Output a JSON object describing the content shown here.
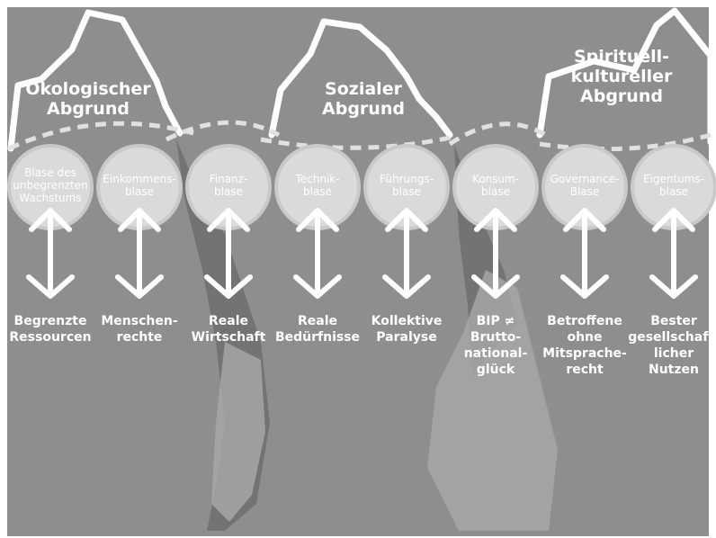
{
  "abysses": [
    {
      "label": "Ökologischer\nAbgrund"
    },
    {
      "label": "Sozialer\nAbgrund"
    },
    {
      "label": "Spirituell-\nkultureller\nAbgrund"
    }
  ],
  "bubbles": [
    {
      "label": "Blase des\nunbegrenzten\nWachstums",
      "outcome": "Begrenzte\nRessourcen"
    },
    {
      "label": "Einkommens-\nblase",
      "outcome": "Menschen-\nrechte"
    },
    {
      "label": "Finanz-\nblase",
      "outcome": "Reale\nWirtschaft"
    },
    {
      "label": "Technik-\nblase",
      "outcome": "Reale\nBedürfnisse"
    },
    {
      "label": "Führungs-\nblase",
      "outcome": "Kollektive\nParalyse"
    },
    {
      "label": "Konsum-\nblase",
      "outcome": "BIP ≠\nBrutto-\nnational-\nglück"
    },
    {
      "label": "Governance-\nBlase",
      "outcome": "Betroffene\nohne\nMitsprache-\nrecht"
    },
    {
      "label": "Eigentums-\nblase",
      "outcome": "Bester\ngesellschaft-\nlicher\nNutzen"
    }
  ],
  "colors": {
    "background": "#8e8e8e",
    "line": "#ffffff",
    "bubble": "#dadada",
    "bubble_ring": "#c9c9c9",
    "dark_shadow": "#737373",
    "light_shadow": "#a9a9a9"
  }
}
